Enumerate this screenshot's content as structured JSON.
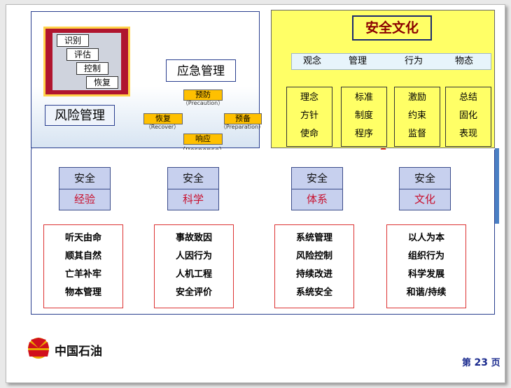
{
  "risk": {
    "title": "风险管理",
    "steps": [
      "识别",
      "评估",
      "控制",
      "恢复"
    ]
  },
  "emergency": {
    "title": "应急管理",
    "cycle": [
      {
        "label": "预防",
        "en": "（Precaution）"
      },
      {
        "label": "预备",
        "en": "（Preparation）"
      },
      {
        "label": "响应",
        "en": "（Response）"
      },
      {
        "label": "恢复",
        "en": "（Recover）"
      }
    ]
  },
  "culture": {
    "title": "安全文化",
    "categories": [
      "观念",
      "管理",
      "行为",
      "物态"
    ],
    "items": [
      [
        "理念",
        "方针",
        "使命"
      ],
      [
        "标准",
        "制度",
        "程序"
      ],
      [
        "激励",
        "约束",
        "监督"
      ],
      [
        "总结",
        "固化",
        "表现"
      ]
    ]
  },
  "stages": [
    {
      "top": "安全",
      "bottom": "经验",
      "items": [
        "听天由命",
        "顺其自然",
        "亡羊补牢",
        "物本管理"
      ]
    },
    {
      "top": "安全",
      "bottom": "科学",
      "items": [
        "事故致因",
        "人因行为",
        "人机工程",
        "安全评价"
      ]
    },
    {
      "top": "安全",
      "bottom": "体系",
      "items": [
        "系统管理",
        "风险控制",
        "持续改进",
        "系统安全"
      ]
    },
    {
      "top": "安全",
      "bottom": "文化",
      "items": [
        "以人为本",
        "组织行为",
        "科学发展",
        "和谐/持续"
      ]
    }
  ],
  "footer": {
    "brand": "中国石油",
    "page_prefix": "第",
    "page_number": "23",
    "page_suffix": "页"
  },
  "colors": {
    "risk_red": "#b0152e",
    "cycle_orange": "#ffc000",
    "culture_yellow": "#ffff66",
    "stage_blue": "#c7d0ee",
    "arrow_navy": "#1d3a8a",
    "feedback_red": "#e03a1e"
  }
}
